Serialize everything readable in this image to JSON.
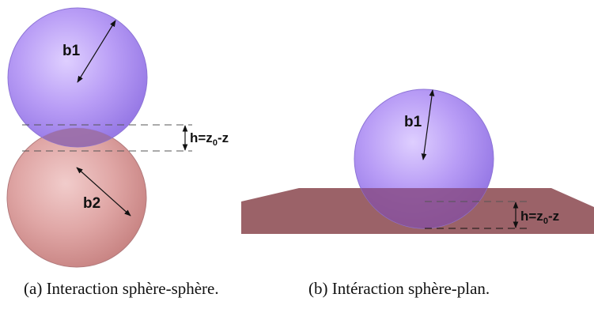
{
  "panel_a": {
    "radius_top": "b1",
    "radius_bottom": "b2",
    "height_label": "h=z",
    "height_sub": "0",
    "height_label_end": "-z",
    "caption_prefix": "(a) ",
    "caption_text": "Interaction sphère-sphère."
  },
  "panel_b": {
    "radius": "b1",
    "height_label": "h=z",
    "height_sub": "0",
    "height_label_end": "-z",
    "caption_prefix": "(b) ",
    "caption_text": "Intéraction sphère-plan."
  },
  "colors": {
    "sphere_purple": "#a98cf0",
    "sphere_pink": "#d99a9a",
    "overlap": "#9b6d9e",
    "plane": "#9b6268",
    "guide_lines": "#555555"
  }
}
